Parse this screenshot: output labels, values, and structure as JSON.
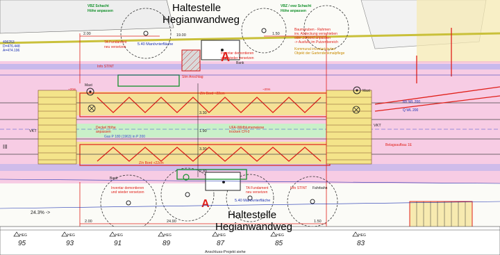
{
  "stop": {
    "name_top_1": "Haltestelle",
    "name_top_2": "Hegianwandweg",
    "name_bottom_1": "Haltestelle",
    "name_bottom_2": "Hegianwandweg"
  },
  "notes": {
    "vbz_left_1": "VBZ Schacht",
    "vbz_left_2": "Höhe anpassen",
    "vbz_right_1": "VBZ / ewz Schacht",
    "vbz_right_2": "Höhe anpassen",
    "ta_fund_1": "TA Fundament",
    "ta_fund_2": "neu versetzen",
    "inventar_top_1": "Inventar demontieren",
    "inventar_top_2": "und wieder versetzen",
    "baumgrube_1": "Baumgruben - Rahmen",
    "baumgrube_2": "inv. Abdeckung verschieben",
    "baumgrube_3": "oder Zurbord anpassen",
    "baumgrube_4": "-> Ausfuhr im Putzenbereich",
    "kommunal_1": "Kommunal inventarisiertes",
    "kommunal_2": "Objekt der Gartendenkmalpflege",
    "manoever_top": "5.40 Manövrierfläche",
    "manoever_bottom": "5.40 Manövrierfläche",
    "anschlag": "Stm Anschlag",
    "info_stint_top": "Info STINT",
    "info_stint_bottom": "Info STINT",
    "bank_top": "Bank",
    "bank_bottom": "Bank",
    "mast_left": "Mast",
    "mast_right": "Mast",
    "zbord_top": "Z/n Bord +22cm",
    "zbord_bottom": "Z/n Bord +22cm",
    "deckel": "Deckel Höhe",
    "deckel_2": "anpassen",
    "gas": "Gas P 180 (1963) in P 200",
    "ufa": "UFA-Wildblumenwiese",
    "ufa_2": "trocken CH-0",
    "belag": "Belagsaufbau 1E",
    "inventar_bottom_1": "Inventar demontieren",
    "inventar_bottom_2": "und wieder versetzen",
    "ta_fund_b1": "TA Fundament",
    "ta_fund_b2": "neu versetzen",
    "fahrbahn": "Fahrbahn",
    "vkt_left": "VKT",
    "vkt_right": "VKT",
    "iii": "III",
    "coord_1": "406253",
    "coord_2": "D=476.448",
    "coord_3": "A=474.196",
    "slope": "24.3% ->",
    "rfwl": "RF WL 200",
    "qwl": "Q WL 200",
    "anschluss": "Anschluss-Projekt siehe"
  },
  "dims": {
    "d200_top": "2.00",
    "d150_top": "1.50",
    "d1900": "19.00",
    "d330_a": "3.30",
    "d190": "1.90",
    "d330_b": "3.30",
    "d230": "2.30",
    "d200_bot": "2.00",
    "d2490": "24.90",
    "d150_bot": "1.50",
    "w20_a": "~20m",
    "w20_b": "~20m"
  },
  "addresses": [
    {
      "tag": "HEG",
      "num": "95"
    },
    {
      "tag": "HEG",
      "num": "93"
    },
    {
      "tag": "HEG",
      "num": "91"
    },
    {
      "tag": "HEG",
      "num": "89"
    },
    {
      "tag": "HEG",
      "num": "87"
    },
    {
      "tag": "HEG",
      "num": "85"
    },
    {
      "tag": "HEG",
      "num": "83"
    }
  ],
  "colors": {
    "pink_zone": "#f4a6d6",
    "yellow_band": "#f4e48a",
    "green_band": "#c9f0c9",
    "red_line": "#e0201a",
    "dim_blue": "#1a2fb0"
  }
}
